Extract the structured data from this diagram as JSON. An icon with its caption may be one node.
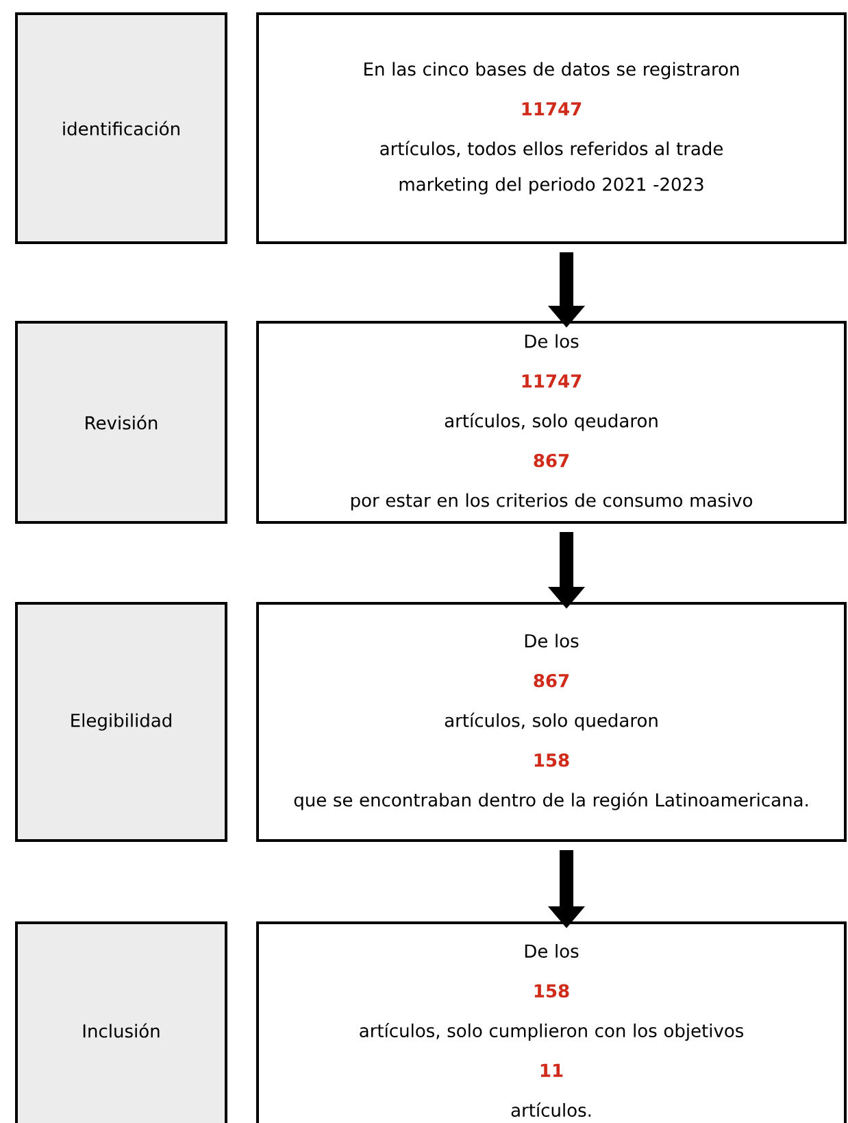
{
  "diagram": {
    "nodes": [
      {
        "text": [
          "identificación"
        ]
      },
      {
        "text": [
          "En las cinco bases de datos se registraron",
          "11747",
          "artículos, todos ellos referidos al trade marketing del periodo 2021 -2023"
        ]
      },
      {
        "text": [
          "Revisión"
        ]
      },
      {
        "text": [
          "De los",
          "11747",
          "artículos, solo qeudaron",
          "867",
          "por estar en los criterios de consumo masivo"
        ]
      },
      {
        "text": [
          "Elegibilidad"
        ]
      },
      {
        "text": [
          "De los",
          "867",
          "artículos, solo quedaron",
          "158",
          "que se encontraban dentro de la región Latinoamericana."
        ]
      },
      {
        "text": [
          "Inclusión"
        ]
      },
      {
        "text": [
          "De los",
          "158",
          "artículos, solo cumplieron con los objetivos",
          "11",
          "artículos."
        ]
      }
    ],
    "edges": [
      {
        "from": 1,
        "to": 3,
        "arrow": "to"
      },
      {
        "from": 3,
        "to": 5,
        "arrow": "to"
      },
      {
        "from": 5,
        "to": 7,
        "arrow": "to"
      }
    ]
  }
}
